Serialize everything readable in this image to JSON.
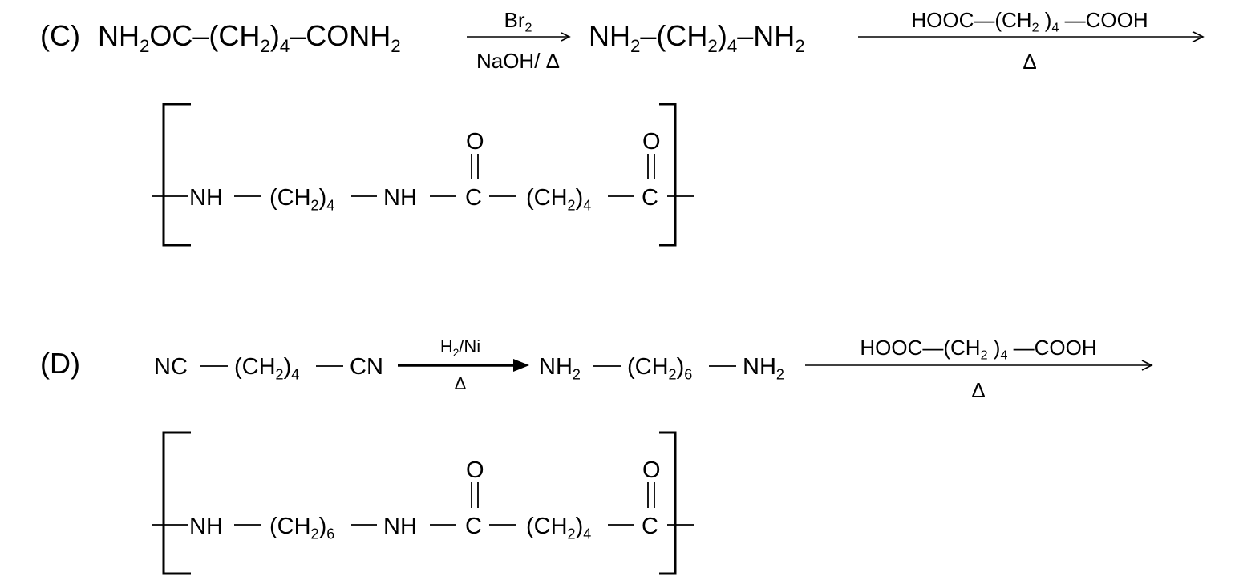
{
  "section_c": {
    "label": "(C)",
    "step1": {
      "reactant": [
        {
          "t": "NH"
        },
        {
          "t": "2",
          "s": 1
        },
        {
          "t": "OC–(CH"
        },
        {
          "t": "2",
          "s": 1
        },
        {
          "t": ")"
        },
        {
          "t": "4",
          "s": 1
        },
        {
          "t": "–CONH"
        },
        {
          "t": "2",
          "s": 1
        }
      ],
      "arrow_above": [
        {
          "t": "Br"
        },
        {
          "t": "2",
          "s": 1
        }
      ],
      "arrow_below": [
        {
          "t": "NaOH/ Δ"
        }
      ],
      "product": [
        {
          "t": "NH"
        },
        {
          "t": "2",
          "s": 1
        },
        {
          "t": "–(CH"
        },
        {
          "t": "2",
          "s": 1
        },
        {
          "t": ")"
        },
        {
          "t": "4",
          "s": 1
        },
        {
          "t": "–NH"
        },
        {
          "t": "2",
          "s": 1
        }
      ]
    },
    "step2": {
      "arrow_above": [
        {
          "t": "HOOC—(CH"
        },
        {
          "t": "2",
          "s": 1
        },
        {
          "t": " )"
        },
        {
          "t": "4",
          "s": 1
        },
        {
          "t": " —COOH"
        }
      ],
      "arrow_below": [
        {
          "t": "Δ"
        }
      ]
    },
    "polymer": {
      "carbonyl_o": "O",
      "groups": [
        [
          {
            "t": "NH"
          }
        ],
        [
          {
            "t": "(CH"
          },
          {
            "t": "2",
            "s": 1
          },
          {
            "t": ")"
          },
          {
            "t": "4",
            "s": 1
          }
        ],
        [
          {
            "t": "NH"
          }
        ],
        [
          {
            "t": "C"
          }
        ],
        [
          {
            "t": "(CH"
          },
          {
            "t": "2",
            "s": 1
          },
          {
            "t": ")"
          },
          {
            "t": "4",
            "s": 1
          }
        ],
        [
          {
            "t": "C"
          }
        ]
      ]
    }
  },
  "section_d": {
    "label": "(D)",
    "step1": {
      "reactant": [
        [
          {
            "t": "NC"
          }
        ],
        [
          {
            "t": "(CH"
          },
          {
            "t": "2",
            "s": 1
          },
          {
            "t": ")"
          },
          {
            "t": "4",
            "s": 1
          }
        ],
        [
          {
            "t": "CN"
          }
        ]
      ],
      "arrow_above": [
        {
          "t": "H"
        },
        {
          "t": "2",
          "s": 1
        },
        {
          "t": "/Ni"
        }
      ],
      "arrow_below": [
        {
          "t": "Δ"
        }
      ],
      "product": [
        [
          {
            "t": "NH"
          },
          {
            "t": "2",
            "s": 1
          }
        ],
        [
          {
            "t": "(CH"
          },
          {
            "t": "2",
            "s": 1
          },
          {
            "t": ")"
          },
          {
            "t": "6",
            "s": 1
          }
        ],
        [
          {
            "t": "NH"
          },
          {
            "t": "2",
            "s": 1
          }
        ]
      ]
    },
    "step2": {
      "arrow_above": [
        {
          "t": "HOOC—(CH"
        },
        {
          "t": "2",
          "s": 1
        },
        {
          "t": " )"
        },
        {
          "t": "4",
          "s": 1
        },
        {
          "t": " —COOH"
        }
      ],
      "arrow_below": [
        {
          "t": "Δ"
        }
      ]
    },
    "polymer": {
      "carbonyl_o": "O",
      "groups": [
        [
          {
            "t": "NH"
          }
        ],
        [
          {
            "t": "(CH"
          },
          {
            "t": "2",
            "s": 1
          },
          {
            "t": ")"
          },
          {
            "t": "6",
            "s": 1
          }
        ],
        [
          {
            "t": "NH"
          }
        ],
        [
          {
            "t": "C"
          }
        ],
        [
          {
            "t": "(CH"
          },
          {
            "t": "2",
            "s": 1
          },
          {
            "t": ")"
          },
          {
            "t": "4",
            "s": 1
          }
        ],
        [
          {
            "t": "C"
          }
        ]
      ]
    }
  }
}
